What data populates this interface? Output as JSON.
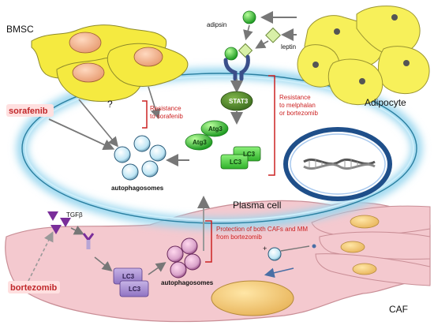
{
  "labels": {
    "bmsc": "BMSC",
    "adipocyte": "Adipocyte",
    "adipsin": "adipsin",
    "leptin": "leptin",
    "stat3": "STAT3",
    "atg3_a": "Atg3",
    "atg3_b": "Atg3",
    "lc3_a": "LC3",
    "lc3_b": "LC3",
    "question": "?",
    "autophagosomes_top": "autophagosomes",
    "plasma_cell": "Plasma cell",
    "tgfb": "TGFβ",
    "lc3_caf_a": "LC3",
    "lc3_caf_b": "LC3",
    "autophagosomes_bottom": "autophagosomes",
    "caf": "CAF",
    "plus": "+"
  },
  "drugs": {
    "sorafenib": "sorafenib",
    "bortezomib": "bortezomib"
  },
  "annotations": {
    "resistance_sorafenib": [
      "Resistance",
      "to sorafenib"
    ],
    "resistance_melphalan": [
      "Resistance",
      "to melphalan",
      "or bortezomib"
    ],
    "protection": [
      "Protection of both CAFs and MM",
      "from bortezomib"
    ]
  },
  "colors": {
    "annotation_red": "#cc2222",
    "bmsc_yellow": "#f5ea40",
    "adipocyte_yellow": "#f7f05a",
    "nucleus_orange": "#f3b28a",
    "plasma_glow": "#b7e4f5",
    "caf_pink": "#f4c9cf",
    "green": "#4fcf3f",
    "stat3_green": "#4a8a2a",
    "autophagosome_blue": "#bfe6f5",
    "tgfb_purple": "#7a2e9a"
  }
}
